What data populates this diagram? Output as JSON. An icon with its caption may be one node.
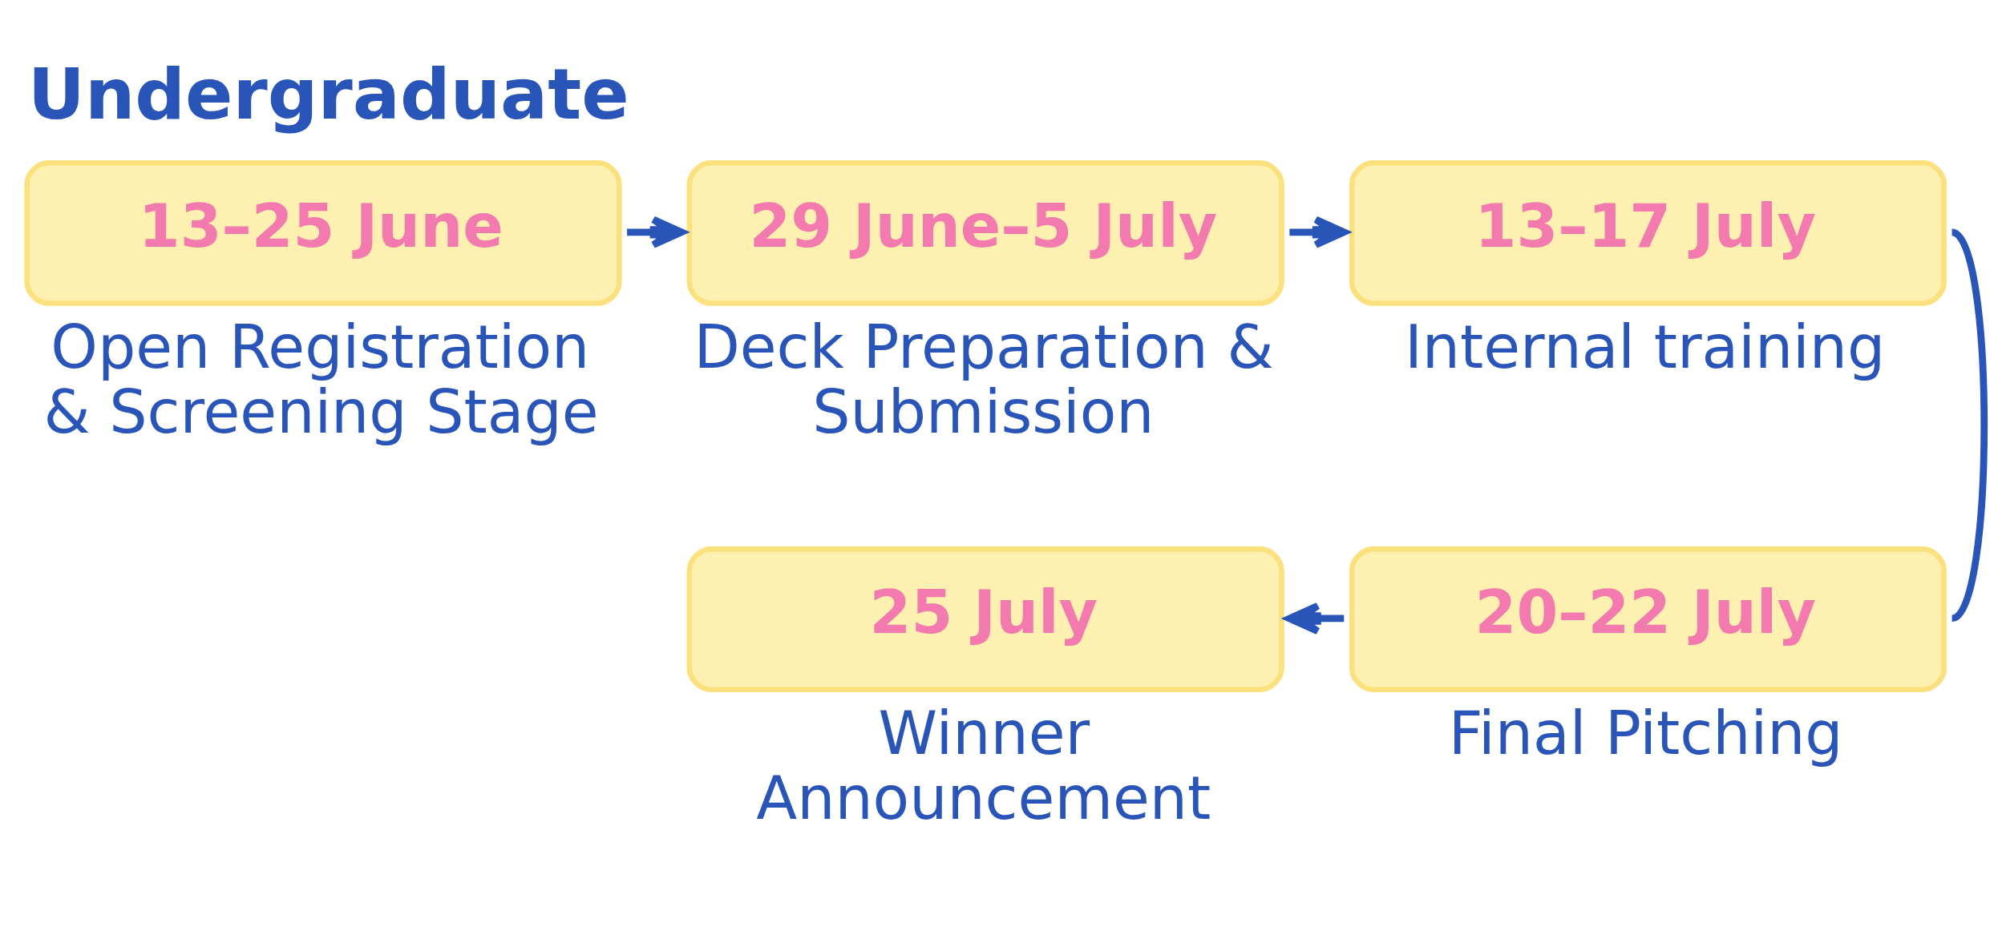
{
  "diagram": {
    "title": "Undergraduate",
    "nodes": [
      {
        "text": [
          "13–25 June"
        ],
        "beside": [
          "Open Registration & Screening Stage"
        ]
      },
      {
        "text": [
          "29 June–5 July"
        ],
        "beside": [
          "Deck Preparation & Submission"
        ]
      },
      {
        "text": [
          "13–17 July"
        ],
        "beside": [
          "Internal training"
        ]
      },
      {
        "text": [
          "20–22 July"
        ],
        "beside": [
          "Final Pitching"
        ]
      },
      {
        "text": [
          "25 July"
        ],
        "beside": [
          "Winner Announcement"
        ]
      }
    ],
    "edges": [
      {
        "from": 0,
        "to": 1,
        "arrow": "to"
      },
      {
        "from": 1,
        "to": 2,
        "arrow": "to"
      },
      {
        "from": 2,
        "to": 3,
        "arrow": "none"
      },
      {
        "from": 3,
        "to": 4,
        "arrow": "to"
      }
    ]
  }
}
